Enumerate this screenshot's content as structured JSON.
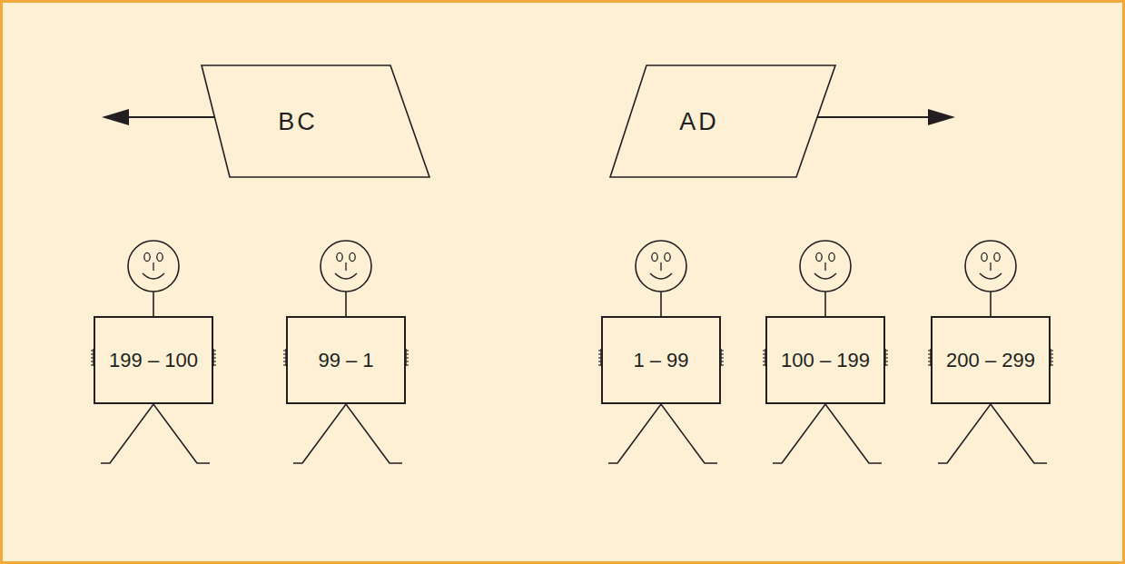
{
  "diagram": {
    "nodes": [
      {
        "text": [
          "BC"
        ]
      },
      {
        "text": [
          "AD"
        ]
      },
      {
        "text": [
          "199 – 100"
        ]
      },
      {
        "text": [
          "99 – 1"
        ]
      },
      {
        "text": [
          "1 – 99"
        ]
      },
      {
        "text": [
          "100 – 199"
        ]
      },
      {
        "text": [
          "200 – 299"
        ]
      }
    ]
  }
}
